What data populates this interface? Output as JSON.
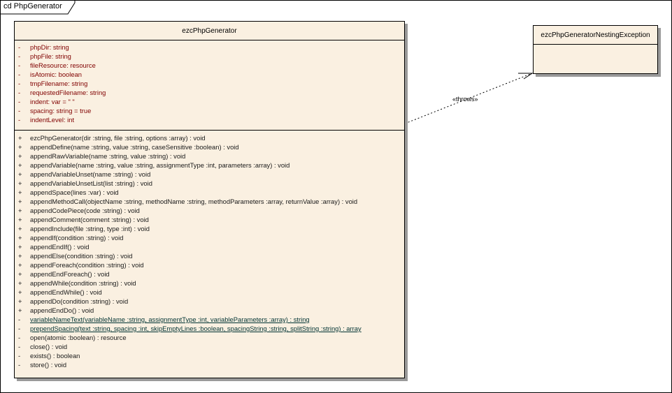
{
  "frame": {
    "label": "cd PhpGenerator"
  },
  "main_class": {
    "name": "ezcPhpGenerator",
    "attributes": [
      {
        "vis": "-",
        "text": "phpDir:  string"
      },
      {
        "vis": "-",
        "text": "phpFile:  string"
      },
      {
        "vis": "-",
        "text": "fileResource:  resource"
      },
      {
        "vis": "-",
        "text": "isAtomic:  boolean"
      },
      {
        "vis": "-",
        "text": "tmpFilename:  string"
      },
      {
        "vis": "-",
        "text": "requestedFilename:  string"
      },
      {
        "vis": "-",
        "text": "indent:  var = \"  \""
      },
      {
        "vis": "-",
        "text": "spacing:  string = true"
      },
      {
        "vis": "-",
        "text": "indentLevel:  int"
      }
    ],
    "operations": [
      {
        "vis": "+",
        "text": "ezcPhpGenerator(dir :string, file :string, options :array) : void",
        "static": false
      },
      {
        "vis": "+",
        "text": "appendDefine(name :string, value :string, caseSensitive :boolean) : void",
        "static": false
      },
      {
        "vis": "+",
        "text": "appendRawVariable(name :string, value :string) : void",
        "static": false
      },
      {
        "vis": "+",
        "text": "appendVariable(name :string, value :string, assignmentType :int, parameters :array) : void",
        "static": false
      },
      {
        "vis": "+",
        "text": "appendVariableUnset(name :string) : void",
        "static": false
      },
      {
        "vis": "+",
        "text": "appendVariableUnsetList(list :string) : void",
        "static": false
      },
      {
        "vis": "+",
        "text": "appendSpace(lines :var) : void",
        "static": false
      },
      {
        "vis": "+",
        "text": "appendMethodCall(objectName :string, methodName :string, methodParameters :array, returnValue :array) : void",
        "static": false
      },
      {
        "vis": "+",
        "text": "appendCodePiece(code :string) : void",
        "static": false
      },
      {
        "vis": "+",
        "text": "appendComment(comment :string) : void",
        "static": false
      },
      {
        "vis": "+",
        "text": "appendInclude(file :string, type :int) : void",
        "static": false
      },
      {
        "vis": "+",
        "text": "appendIf(condition :string) : void",
        "static": false
      },
      {
        "vis": "+",
        "text": "appendEndIf() : void",
        "static": false
      },
      {
        "vis": "+",
        "text": "appendElse(condition :string) : void",
        "static": false
      },
      {
        "vis": "+",
        "text": "appendForeach(condition :string) : void",
        "static": false
      },
      {
        "vis": "+",
        "text": "appendEndForeach() : void",
        "static": false
      },
      {
        "vis": "+",
        "text": "appendWhile(condition :string) : void",
        "static": false
      },
      {
        "vis": "+",
        "text": "appendEndWhile() : void",
        "static": false
      },
      {
        "vis": "+",
        "text": "appendDo(condition :string) : void",
        "static": false
      },
      {
        "vis": "+",
        "text": "appendEndDo() : void",
        "static": false
      },
      {
        "vis": "-",
        "text": "variableNameText(variableName :string, assignmentType :int, variableParameters :array) : string",
        "static": true
      },
      {
        "vis": "-",
        "text": "prependSpacing(text :string, spacing :int, skipEmptyLines :boolean, spacingString :string, splitString :string) : array",
        "static": true
      },
      {
        "vis": "-",
        "text": "open(atomic :boolean) : resource",
        "static": false
      },
      {
        "vis": "-",
        "text": "close() : void",
        "static": false
      },
      {
        "vis": "-",
        "text": "exists() : boolean",
        "static": false
      },
      {
        "vis": "-",
        "text": "store() : void",
        "static": false
      }
    ]
  },
  "exception_class": {
    "name": "ezcPhpGeneratorNestingException"
  },
  "relation": {
    "label": "«throws»"
  }
}
